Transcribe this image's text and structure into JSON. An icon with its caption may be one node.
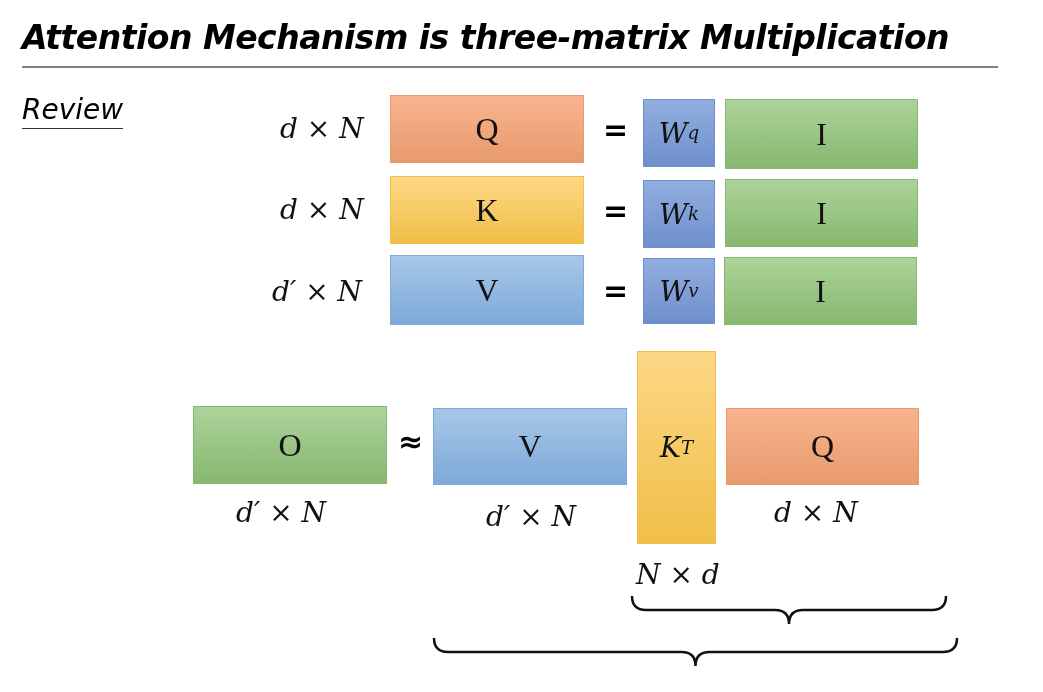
{
  "diagram": {
    "title": "Attention Mechanism is three-matrix Multiplication",
    "nodes": [
      {
        "text": [
          "Q"
        ],
        "beside": [
          "d × N"
        ]
      },
      {
        "text": [
          "W$^{q}$"
        ]
      },
      {
        "text": [
          "I"
        ]
      },
      {
        "text": [
          "K"
        ],
        "beside": [
          "d × N"
        ]
      },
      {
        "text": [
          "W$^{k}$"
        ]
      },
      {
        "text": [
          "I"
        ]
      },
      {
        "text": [
          "V"
        ],
        "beside": [
          "d′ × N"
        ]
      },
      {
        "text": [
          "W$^{v}$"
        ]
      },
      {
        "text": [
          "I"
        ]
      },
      {
        "text": [
          "O"
        ],
        "beside": [
          "d′ × N"
        ]
      },
      {
        "text": [
          "V"
        ],
        "beside": [
          "d′ × N"
        ]
      },
      {
        "text": [
          "K$^{T}$"
        ],
        "beside": [
          "N × d"
        ]
      },
      {
        "text": [
          "Q"
        ],
        "beside": [
          "d × N"
        ]
      }
    ],
    "edges": [],
    "labels": [
      "Review",
      "=",
      "=",
      "=",
      "≈"
    ]
  }
}
